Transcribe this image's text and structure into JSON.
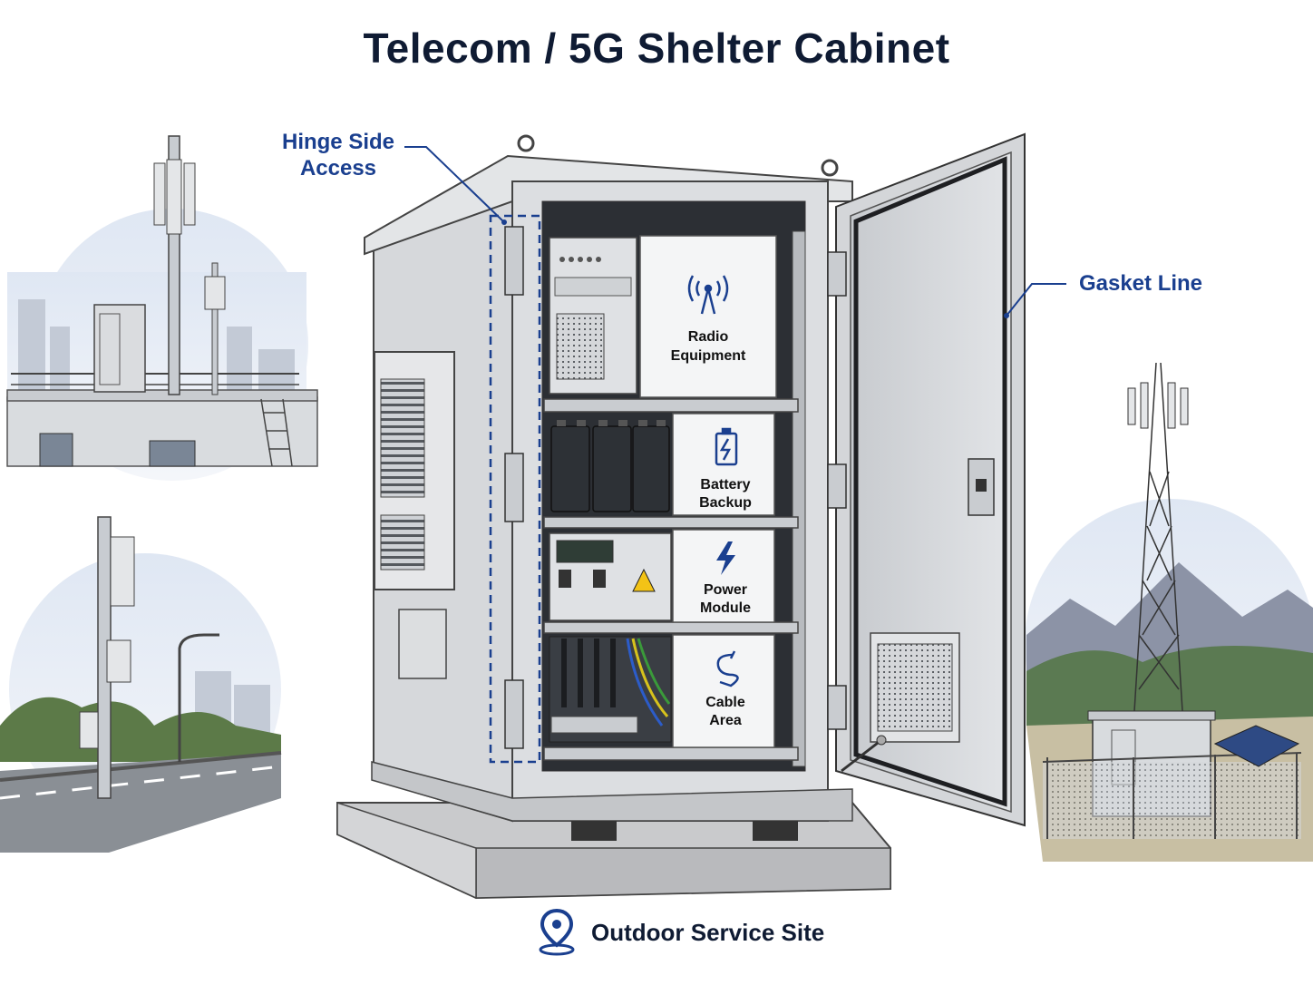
{
  "title": "Telecom / 5G Shelter Cabinet",
  "callouts": {
    "hinge_line1": "Hinge Side",
    "hinge_line2": "Access",
    "gasket": "Gasket Line"
  },
  "compartments": [
    {
      "line1": "Radio",
      "line2": "Equipment",
      "icon": "antenna-icon"
    },
    {
      "line1": "Battery",
      "line2": "Backup",
      "icon": "battery-icon"
    },
    {
      "line1": "Power",
      "line2": "Module",
      "icon": "lightning-icon"
    },
    {
      "line1": "Cable",
      "line2": "Area",
      "icon": "cable-icon"
    }
  ],
  "footer": {
    "label": "Outdoor Service Site",
    "icon": "location-pin-icon"
  },
  "colors": {
    "accent": "#1a3f8f",
    "title": "#0f1b33",
    "cabinet": "#d9dbde"
  }
}
